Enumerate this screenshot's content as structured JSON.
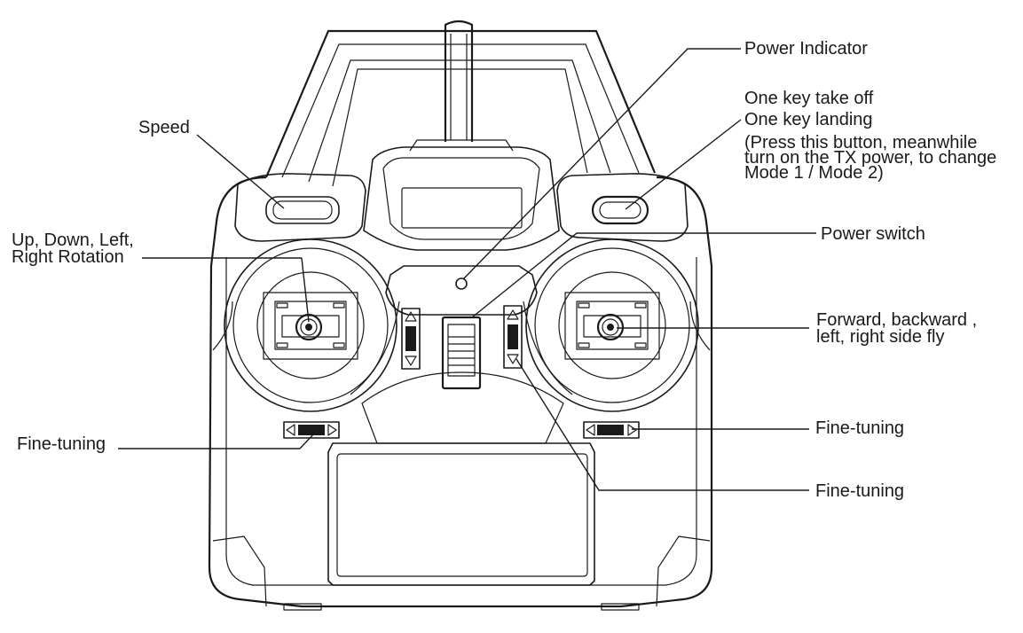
{
  "labels": {
    "speed": "Speed",
    "power_indicator": "Power Indicator",
    "one_key_takeoff": "One key take off",
    "one_key_landing": "One key landing",
    "mode_note": [
      "(Press this button, meanwhile",
      "turn on the TX power, to change",
      "Mode 1 / Mode 2)"
    ],
    "power_switch": "Power switch",
    "left_stick": [
      "Up, Down, Left,",
      "Right Rotation"
    ],
    "right_stick": [
      "Forward,  backward ,",
      "left, right side fly"
    ],
    "fine_tuning_left": "Fine-tuning",
    "fine_tuning_right": "Fine-tuning",
    "fine_tuning_bottom": "Fine-tuning"
  },
  "colors": {
    "line": "#1a1a1a",
    "background": "#ffffff"
  }
}
